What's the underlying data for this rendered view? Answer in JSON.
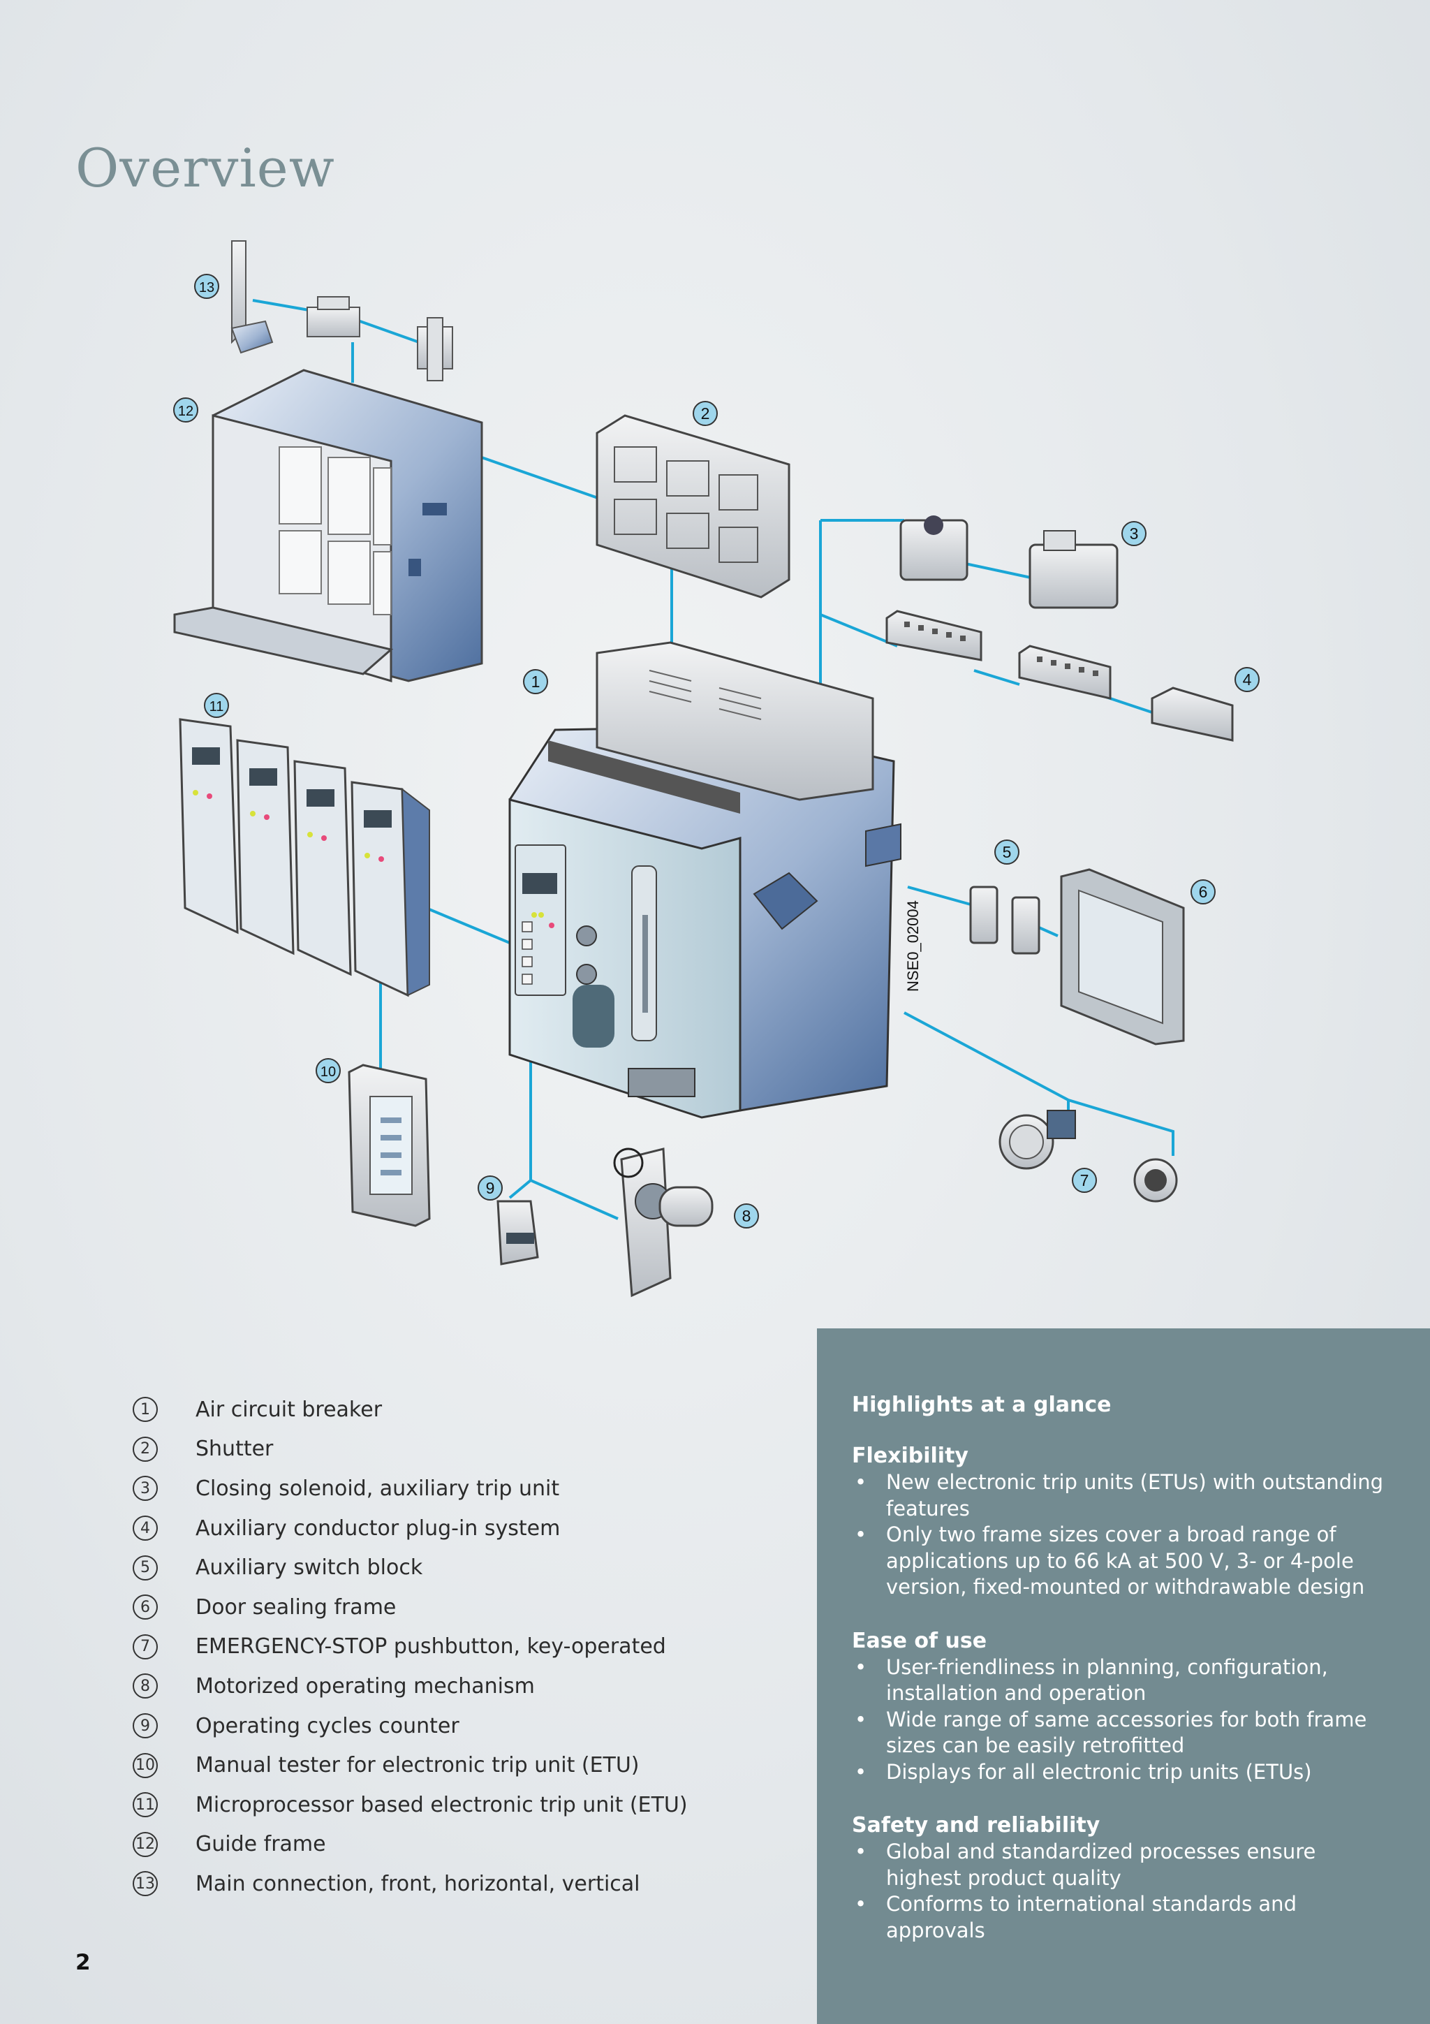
{
  "page": {
    "title": "Overview",
    "page_number": "2"
  },
  "diagram": {
    "code": "NSE0_02004",
    "markers": [
      "1",
      "2",
      "3",
      "4",
      "5",
      "6",
      "7",
      "8",
      "9",
      "10",
      "11",
      "12",
      "13"
    ]
  },
  "legend": [
    {
      "num": "1",
      "label": "Air circuit breaker"
    },
    {
      "num": "2",
      "label": "Shutter"
    },
    {
      "num": "3",
      "label": "Closing solenoid, auxiliary trip unit"
    },
    {
      "num": "4",
      "label": "Auxiliary conductor plug-in system"
    },
    {
      "num": "5",
      "label": "Auxiliary switch block"
    },
    {
      "num": "6",
      "label": "Door sealing frame"
    },
    {
      "num": "7",
      "label": "EMERGENCY-STOP pushbutton, key-operated"
    },
    {
      "num": "8",
      "label": "Motorized operating mechanism"
    },
    {
      "num": "9",
      "label": "Operating cycles counter"
    },
    {
      "num": "10",
      "label": "Manual tester for electronic trip unit (ETU)"
    },
    {
      "num": "11",
      "label": "Microprocessor based electronic trip unit (ETU)"
    },
    {
      "num": "12",
      "label": "Guide frame"
    },
    {
      "num": "13",
      "label": "Main connection, front, horizontal, vertical"
    }
  ],
  "highlights": {
    "title": "Highlights at a glance",
    "sections": [
      {
        "heading": "Flexibility",
        "items": [
          "New electronic trip units (ETUs) with outstanding features",
          "Only two frame sizes cover a broad range of applications up to 66 kA at 500 V, 3- or 4-pole version, fixed-mounted or withdrawable design"
        ]
      },
      {
        "heading": "Ease of use",
        "items": [
          "User-friendliness in planning, configuration, installation and operation",
          "Wide range of same accessories for both frame sizes can be easily retrofitted",
          "Displays for all electronic trip units (ETUs)"
        ]
      },
      {
        "heading": "Safety and reliability",
        "items": [
          "Global and standardized processes ensure highest product quality",
          "Conforms to international standards and approvals"
        ]
      }
    ]
  },
  "colors": {
    "title": "#7a8f94",
    "leader": "#1aa6d6",
    "marker_fill": "#9fd6ec",
    "panel": "#738b91",
    "metal": "#6f8db5"
  }
}
